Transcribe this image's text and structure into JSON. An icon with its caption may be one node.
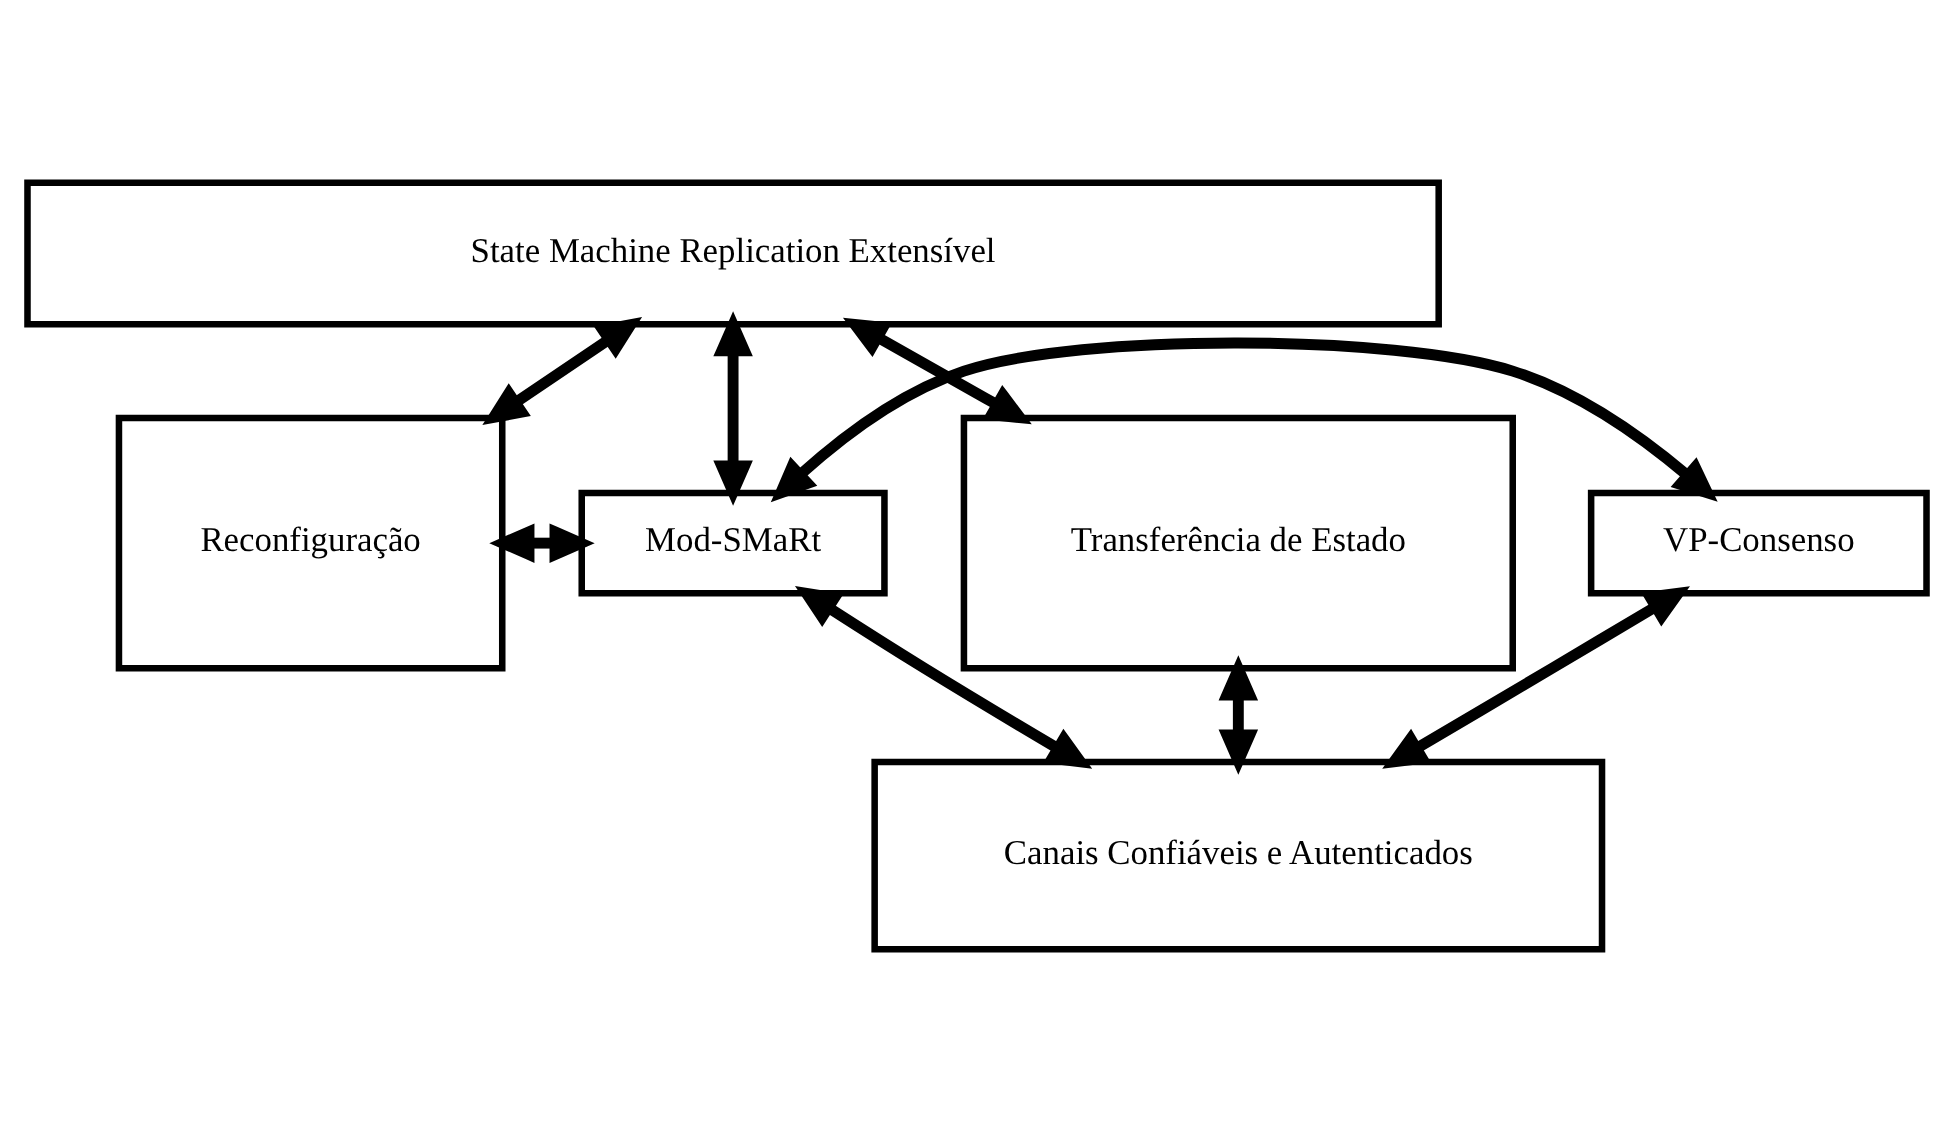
{
  "diagram": {
    "nodes": [
      {
        "text": [
          "State Machine Replication Extensível"
        ]
      },
      {
        "text": [
          "Reconfiguração"
        ]
      },
      {
        "text": [
          "Mod-SMaRt"
        ]
      },
      {
        "text": [
          "VP-Consenso"
        ]
      },
      {
        "text": [
          "Transferência de Estado"
        ]
      },
      {
        "text": [
          "Canais Confiáveis e Autenticados"
        ]
      }
    ],
    "edges": [
      {
        "from": 0,
        "to": 1,
        "arrow": "both"
      },
      {
        "from": 0,
        "to": 2,
        "arrow": "both"
      },
      {
        "from": 0,
        "to": 4,
        "arrow": "both"
      },
      {
        "from": 1,
        "to": 2,
        "arrow": "both"
      },
      {
        "from": 2,
        "to": 3,
        "arrow": "both"
      },
      {
        "from": 2,
        "to": 5,
        "arrow": "both"
      },
      {
        "from": 3,
        "to": 5,
        "arrow": "both"
      },
      {
        "from": 5,
        "to": 4,
        "arrow": "both"
      }
    ]
  }
}
